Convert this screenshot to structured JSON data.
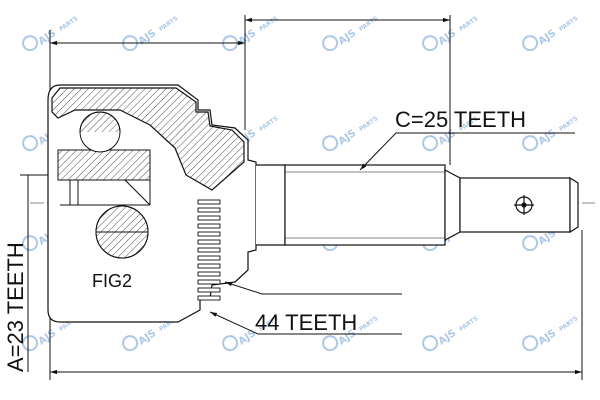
{
  "drawing": {
    "label_c": "C=25 TEETH",
    "label_abs": "44 TEETH",
    "label_a": "A=23 TEETH",
    "label_fig": "FIG2"
  },
  "watermark": {
    "brand": "AJS",
    "sub": "PARTS",
    "icon": "ajs-parts-logo-icon"
  },
  "colors": {
    "line": "#111111",
    "watermark": "#4a86c8"
  }
}
